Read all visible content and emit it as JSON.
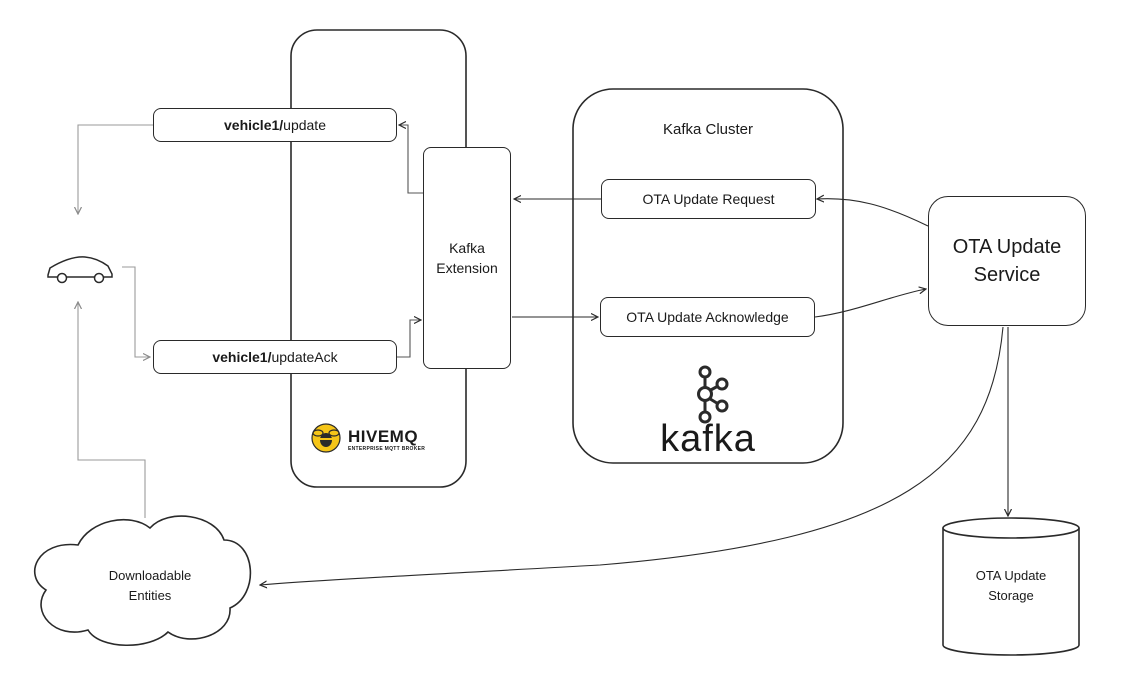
{
  "topics": {
    "update": {
      "prefix": "vehicle1/",
      "suffix": "update"
    },
    "update_ack": {
      "prefix": "vehicle1/",
      "suffix": "updateAck"
    }
  },
  "hivemq": {
    "kafka_extension_line1": "Kafka",
    "kafka_extension_line2": "Extension",
    "logo_text": "HIVEMQ",
    "logo_tagline": "ENTERPRISE MQTT BROKER"
  },
  "kafka_cluster": {
    "title": "Kafka Cluster",
    "request_topic": "OTA Update Request",
    "ack_topic": "OTA Update Acknowledge",
    "logo_text": "kafka"
  },
  "ota_service": {
    "line1": "OTA Update",
    "line2": "Service"
  },
  "storage": {
    "line1": "OTA Update",
    "line2": "Storage"
  },
  "downloads": {
    "line1": "Downloadable",
    "line2": "Entities"
  },
  "icons": {
    "vehicle": "car-icon",
    "hivemq_logo": "bee-icon",
    "kafka_logo": "kafka-icon"
  },
  "colors": {
    "line": "#2a2a2a",
    "muted_line": "#9a9a9a",
    "hivemq_yellow": "#f5c518"
  }
}
